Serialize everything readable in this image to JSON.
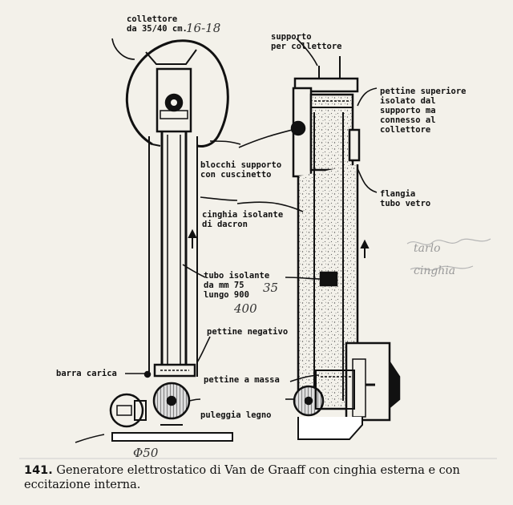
{
  "labels": {
    "collettore": "collettore\nda 35/40 cm.",
    "supporto": "supporto\nper collettore",
    "pettine_superiore": "pettine superiore\nisolato dal\nsupporto ma\nconnesso al\ncollettore",
    "blocchi": "blocchi supporto\ncon cuscinetto",
    "flangia": "flangia\ntubo vetro",
    "cinghia": "cinghia isolante\ndi dacron",
    "tubo": "tubo isolante\nda mm 75\nlungo 900",
    "pettine_negativo": "pettine negativo",
    "barra": "barra carica",
    "pettine_massa": "pettine a massa",
    "puleggia": "puleggia legno"
  },
  "handwritten": {
    "collector_size": "16-18",
    "tube_diameter": "35",
    "tube_length": "400",
    "pulley_diameter": "Φ50",
    "margin_note": "tarlo\ncinghia"
  },
  "caption": {
    "number": "141.",
    "text": "Generatore elettrostatico di Van de Graaff con cinghia esterna e con eccitazione interna."
  }
}
